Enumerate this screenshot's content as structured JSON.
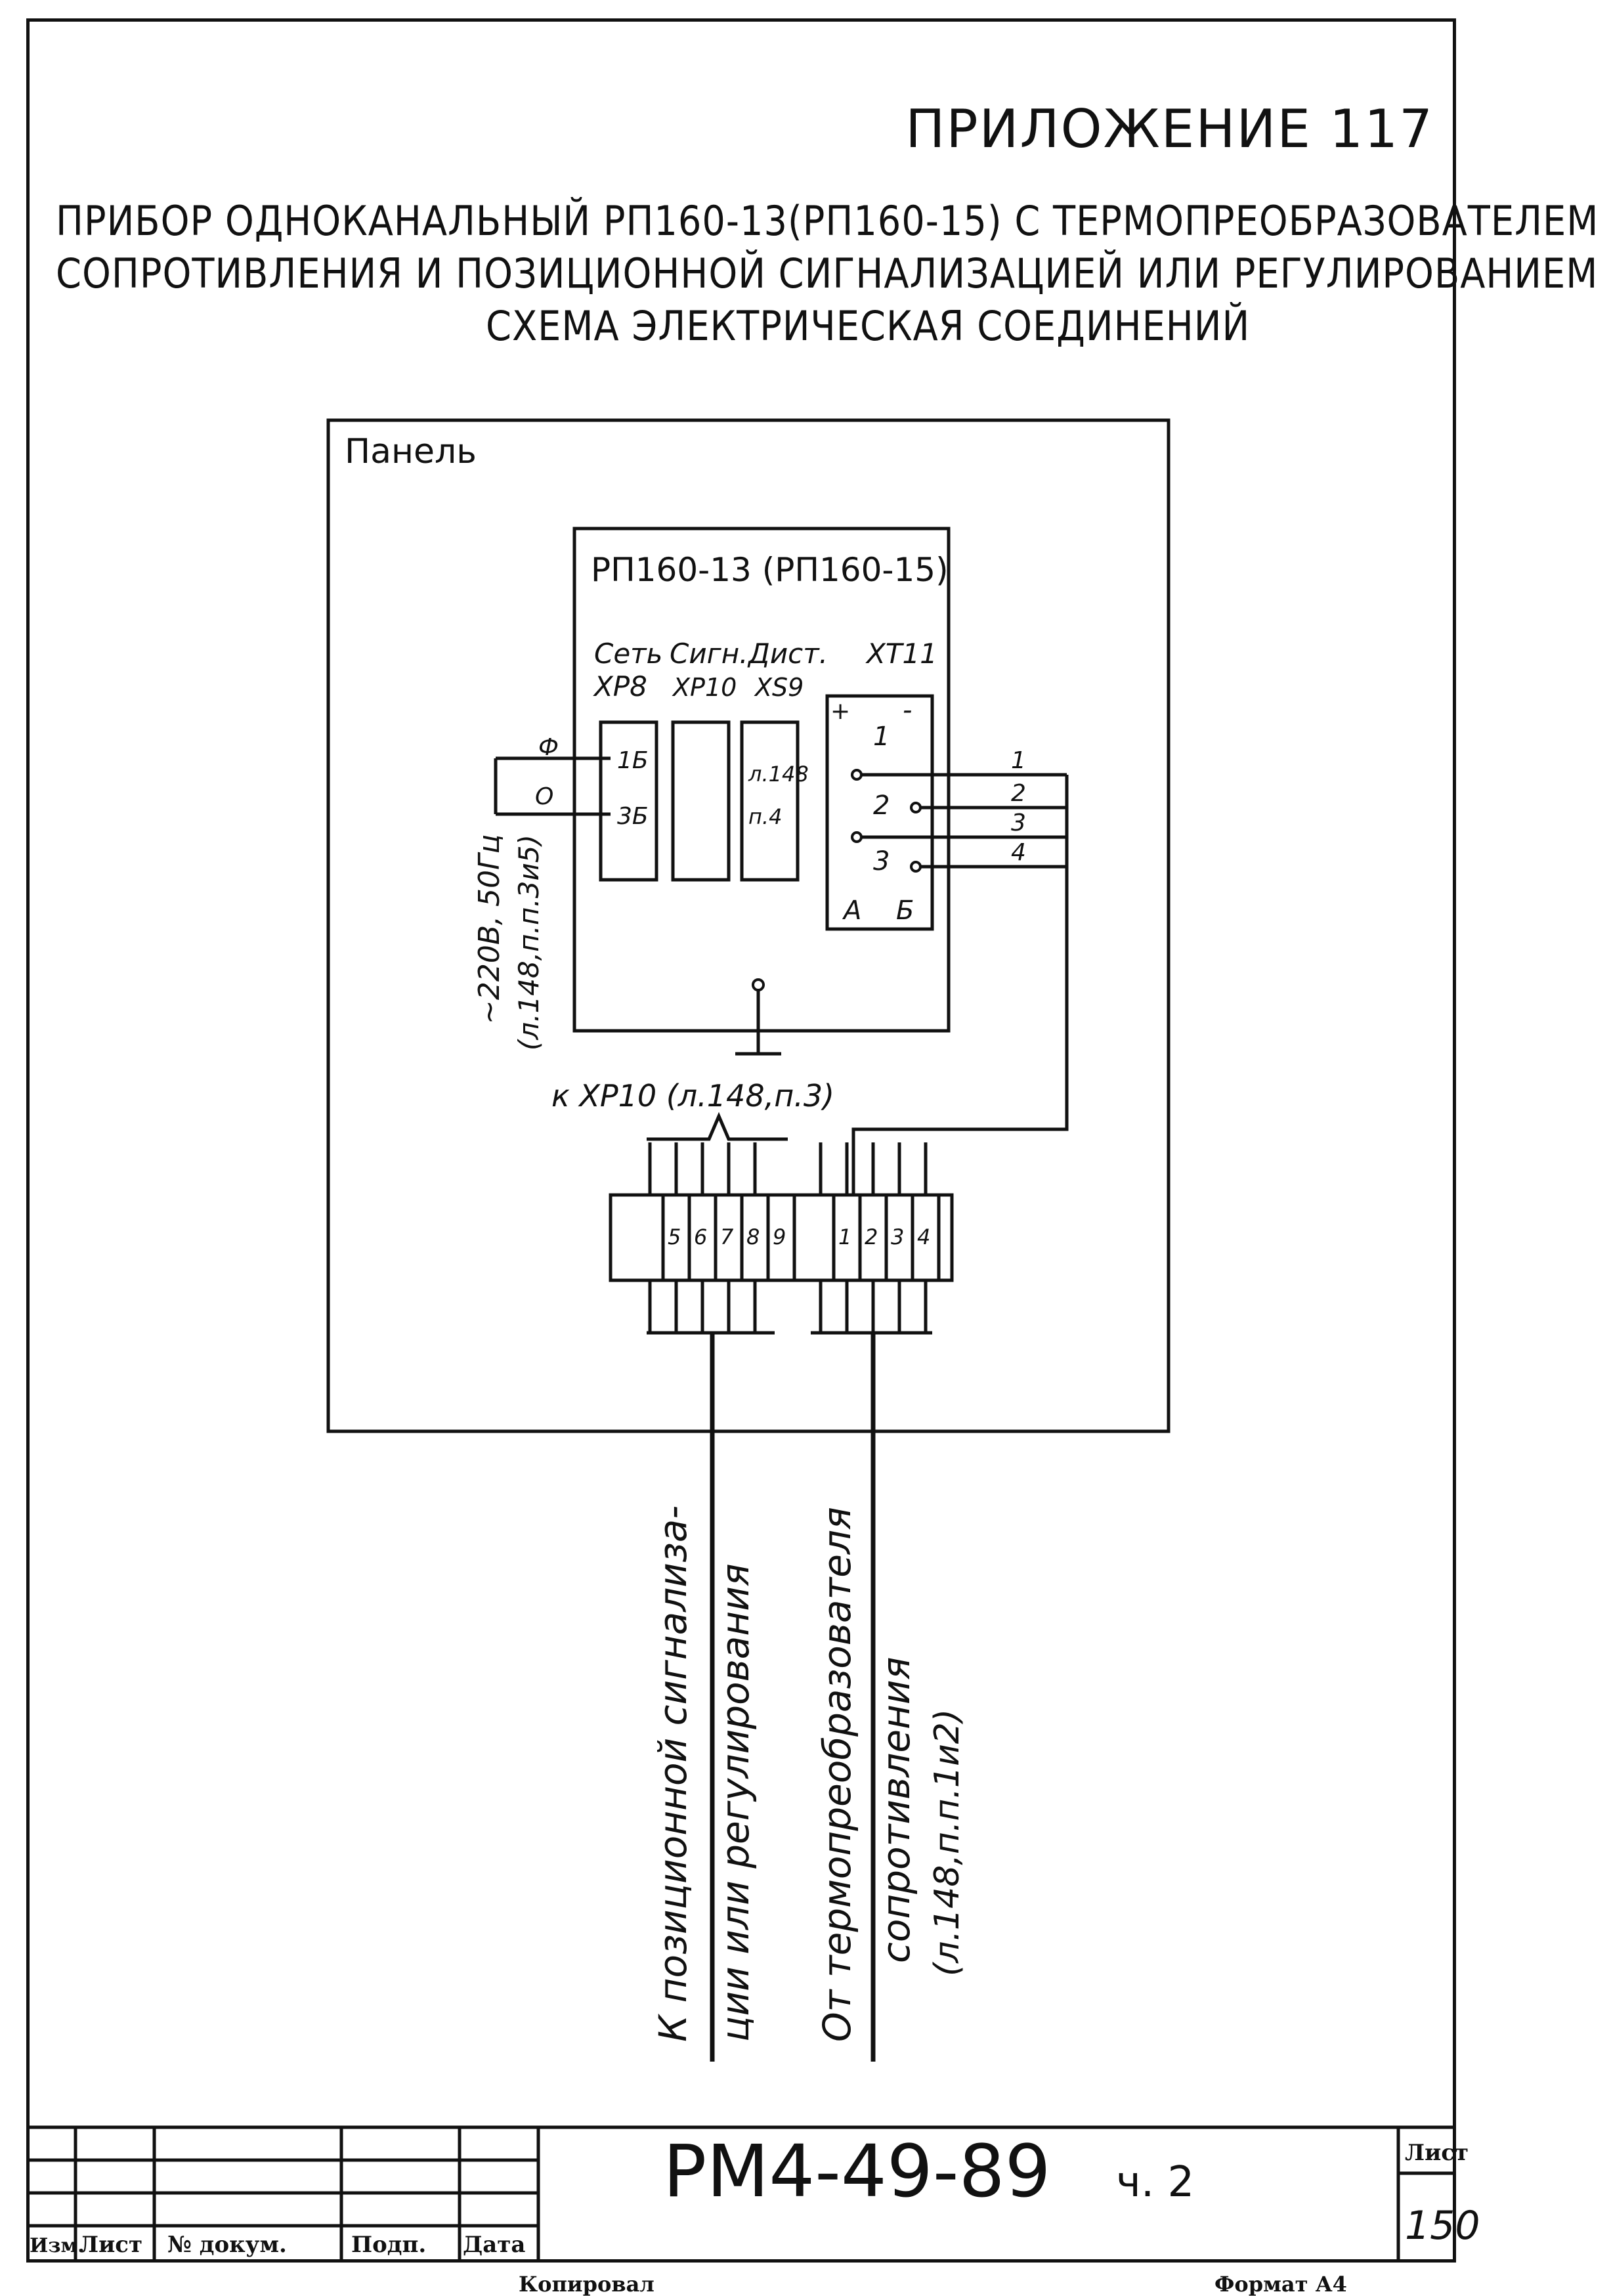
{
  "appendix": "ПРИЛОЖЕНИЕ 117",
  "title": {
    "line1": "ПРИБОР ОДНОКАНАЛЬНЫЙ РП160-13(РП160-15) С ТЕРМОПРЕОБРАЗОВАТЕЛЕМ",
    "line2": "СОПРОТИВЛЕНИЯ И ПОЗИЦИОННОЙ СИГНАЛИЗАЦИЕЙ ИЛИ РЕГУЛИРОВАНИЕМ",
    "line3": "СХЕМА ЭЛЕКТРИЧЕСКАЯ СОЕДИНЕНИЙ"
  },
  "panel": {
    "label": "Панель",
    "device_label": "РП160-13 (РП160-15)",
    "connectors": {
      "set_label": "Сеть",
      "set_id": "ХР8",
      "sign_label": "Сигн.",
      "sign_id": "ХР10",
      "dist_label": "Дист.",
      "dist_id": "ХS9",
      "xt_id": "ХТ11"
    },
    "xp8_pins": [
      "1Б",
      "3Б"
    ],
    "xs9_text": [
      "л.148",
      "п.4"
    ],
    "xt11": {
      "plus": "+",
      "minus": "-",
      "terms": [
        "1",
        "2",
        "3"
      ],
      "bottom_labels": [
        "А",
        "Б"
      ]
    },
    "phase_labels": [
      "Ф",
      "О"
    ],
    "power_label": "~220В, 50Гц",
    "power_ref": "(л.148,п.п.3и5)",
    "wire_numbers": [
      "1",
      "2",
      "3",
      "4"
    ],
    "xp10_ref": "к ХР10 (л.148,п.3)",
    "terminal_block": [
      "5",
      "6",
      "7",
      "8",
      "9",
      "1",
      "2",
      "3",
      "4"
    ]
  },
  "cables": {
    "left_line1": "К позиционной сигнализа-",
    "left_line2": "ции или регулирования",
    "right_line1": "От термопреобразователя",
    "right_line2": "сопротивления",
    "right_line3": "(л.148,п.п.1и2)"
  },
  "stamp": {
    "doc_number": "РМ4-49-89",
    "part": "ч. 2",
    "sheet_label": "Лист",
    "sheet_number": "150",
    "columns": [
      "Изм.",
      "Лист",
      "№ докум.",
      "Подп.",
      "Дата"
    ],
    "copied": "Копировал",
    "format": "Формат А4"
  }
}
